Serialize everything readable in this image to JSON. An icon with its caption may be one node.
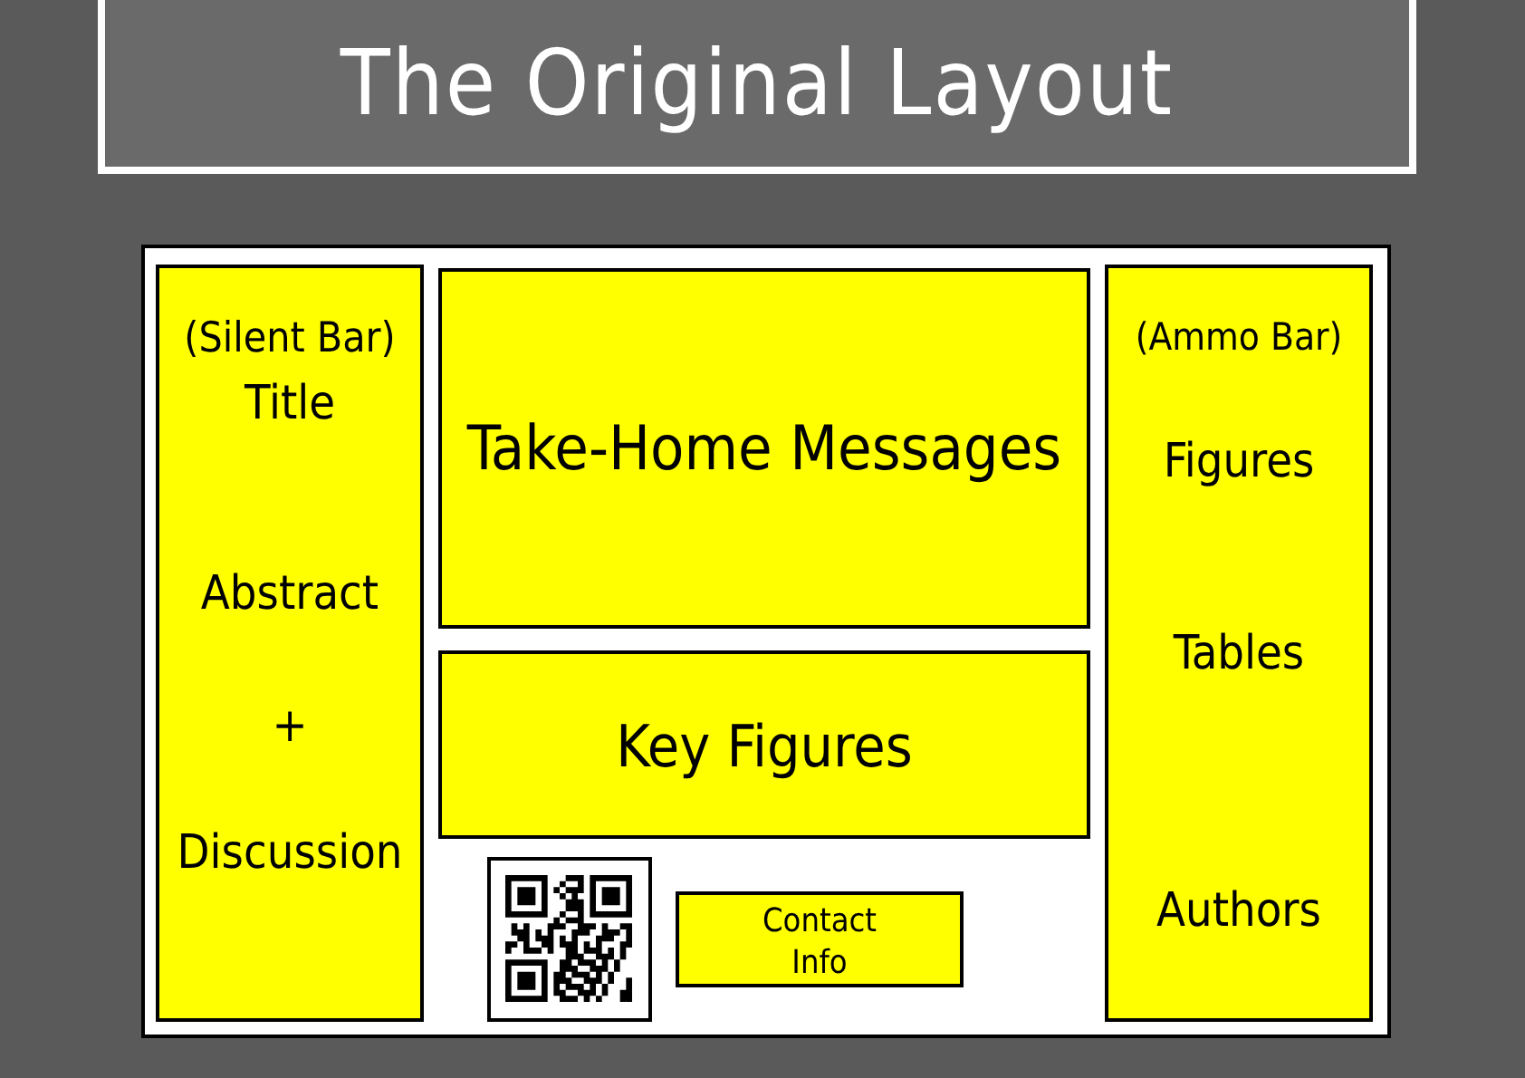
{
  "diagram": {
    "title": "The Original Layout",
    "nodes": [
      {
        "text": [],
        "shape": "box"
      },
      {
        "text": [
          "(Silent Bar)",
          "Title",
          "Abstract",
          "+",
          "Discussion"
        ],
        "in": 0
      },
      {
        "text": [
          "Take-Home Messages"
        ],
        "in": 0
      },
      {
        "text": [
          "Key Figures"
        ],
        "in": 0
      },
      {
        "text": [],
        "shape": "picture",
        "in": 0
      },
      {
        "text": [
          "Contact Info"
        ],
        "in": 0
      },
      {
        "text": [
          "(Ammo Bar)",
          "Figures",
          "Tables",
          "Authors"
        ],
        "in": 0
      }
    ],
    "edges": []
  }
}
